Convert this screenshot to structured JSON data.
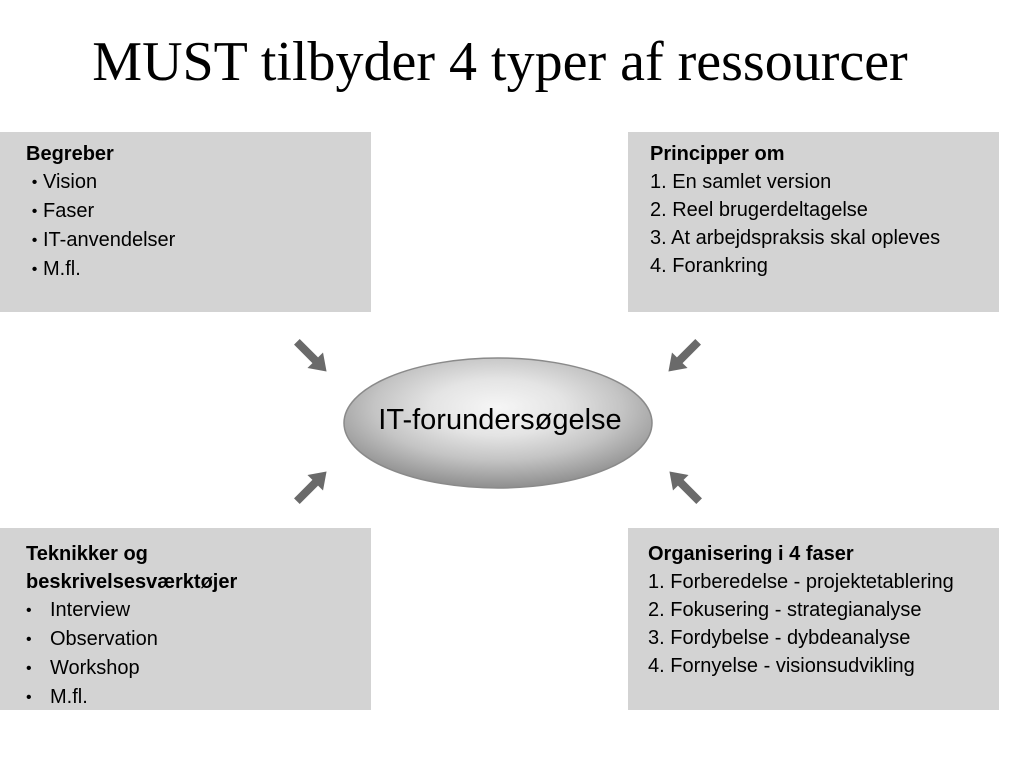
{
  "title": "MUST tilbyder 4 typer af ressourcer",
  "center": {
    "label": "IT-forundersøgelse"
  },
  "boxes": {
    "top_left": {
      "heading": "Begreber",
      "items": [
        "Vision",
        "Faser",
        "IT-anvendelser",
        "M.fl."
      ]
    },
    "top_right": {
      "heading": "Principper om",
      "items": [
        "1. En samlet version",
        "2. Reel brugerdeltagelse",
        "3. At arbejdspraksis skal opleves",
        "4. Forankring"
      ]
    },
    "bottom_left": {
      "heading_line1": "Teknikker og",
      "heading_line2": "beskrivelsesværktøjer",
      "items": [
        "Interview",
        "Observation",
        "Workshop",
        "M.fl."
      ]
    },
    "bottom_right": {
      "heading": "Organisering i 4 faser",
      "items": [
        "1. Forberedelse - projektetablering",
        "2. Fokusering - strategianalyse",
        "3. Fordybelse - dybdeanalyse",
        "4. Fornyelse - visionsudvikling"
      ]
    }
  },
  "colors": {
    "box_fill": "#d3d3d3",
    "arrow": "#6a6a6a",
    "ellipse_outer": "#8e8e8e",
    "ellipse_inner": "#f6f6f6"
  },
  "icons": {
    "bullet": "•",
    "arrow": "diagonal-arrow-icon"
  }
}
